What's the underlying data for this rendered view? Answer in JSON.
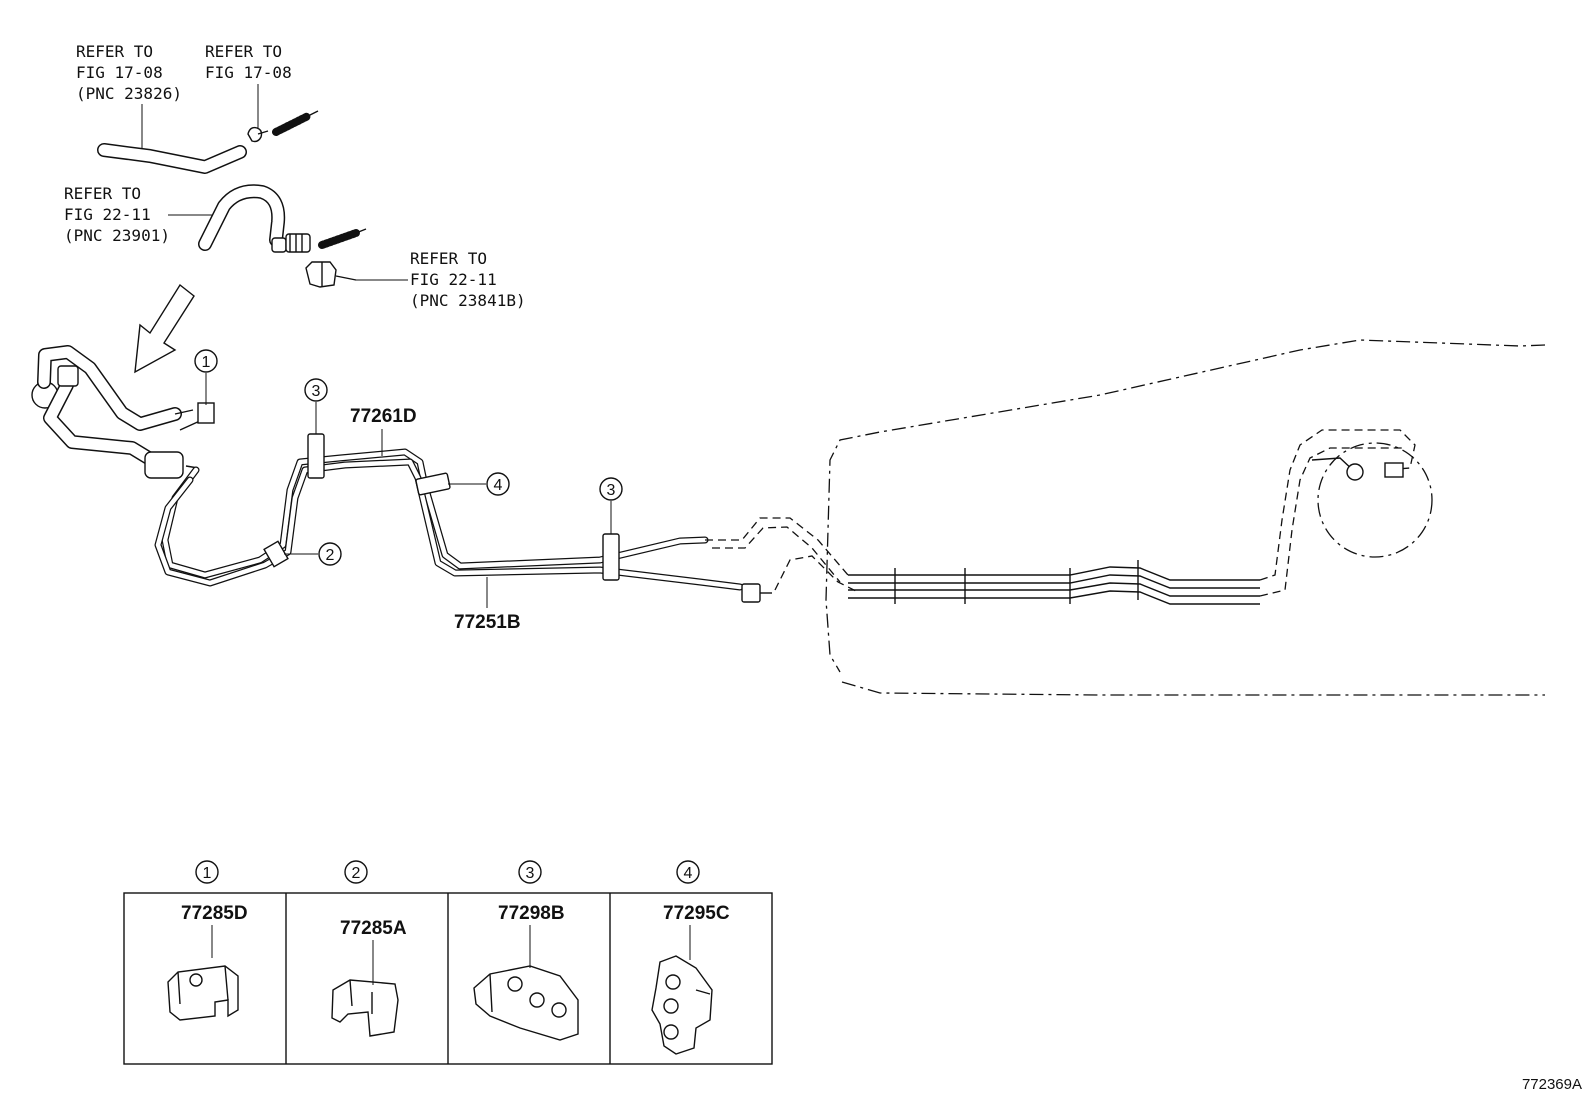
{
  "refs": [
    {
      "line1": "REFER TO",
      "line2": "FIG 17-08",
      "line3": "(PNC 23826)"
    },
    {
      "line1": "REFER TO",
      "line2": "FIG 17-08"
    },
    {
      "line1": "REFER TO",
      "line2": "FIG 22-11",
      "line3": "(PNC 23901)"
    },
    {
      "line1": "REFER TO",
      "line2": "FIG 22-11",
      "line3": "(PNC 23841B)"
    }
  ],
  "parts": {
    "tube_upper": "77261D",
    "tube_lower": "77251B"
  },
  "callouts": [
    "1",
    "2",
    "3",
    "3",
    "4"
  ],
  "legend": [
    {
      "index": "1",
      "part": "77285D"
    },
    {
      "index": "2",
      "part": "77285A"
    },
    {
      "index": "3",
      "part": "77298B"
    },
    {
      "index": "4",
      "part": "77295C"
    }
  ],
  "diagram_id": "772369A"
}
